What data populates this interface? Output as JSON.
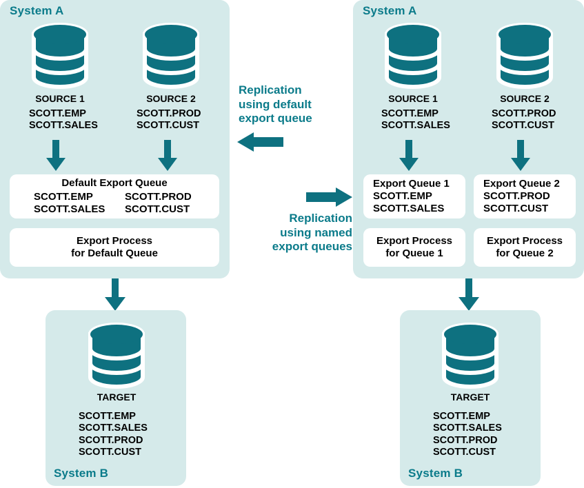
{
  "colors": {
    "panel_bg": "#d5eaea",
    "teal": "#0e7180",
    "label_teal": "#0b7b8a",
    "box_white": "#ffffff",
    "text_black": "#000000",
    "page_bg": "#ffffff"
  },
  "left_diagram": {
    "system_a_label": "System A",
    "system_b_label": "System B",
    "sources": [
      {
        "icon": "database-icon",
        "name": "SOURCE 1",
        "tables": [
          "SCOTT.EMP",
          "SCOTT.SALES"
        ]
      },
      {
        "icon": "database-icon",
        "name": "SOURCE 2",
        "tables": [
          "SCOTT.PROD",
          "SCOTT.CUST"
        ]
      }
    ],
    "queue_box": {
      "title": "Default Export Queue",
      "column_left": [
        "SCOTT.EMP",
        "SCOTT.SALES"
      ],
      "column_right": [
        "SCOTT.PROD",
        "SCOTT.CUST"
      ]
    },
    "process_box": {
      "line1": "Export Process",
      "line2": "for Default Queue"
    },
    "target": {
      "icon": "database-icon",
      "name": "TARGET",
      "tables": [
        "SCOTT.EMP",
        "SCOTT.SALES",
        "SCOTT.PROD",
        "SCOTT.CUST"
      ]
    }
  },
  "right_diagram": {
    "system_a_label": "System A",
    "system_b_label": "System B",
    "sources": [
      {
        "icon": "database-icon",
        "name": "SOURCE 1",
        "tables": [
          "SCOTT.EMP",
          "SCOTT.SALES"
        ]
      },
      {
        "icon": "database-icon",
        "name": "SOURCE 2",
        "tables": [
          "SCOTT.PROD",
          "SCOTT.CUST"
        ]
      }
    ],
    "queue_boxes": [
      {
        "title": "Export Queue 1",
        "tables": [
          "SCOTT.EMP",
          "SCOTT.SALES"
        ]
      },
      {
        "title": "Export Queue 2",
        "tables": [
          "SCOTT.PROD",
          "SCOTT.CUST"
        ]
      }
    ],
    "process_boxes": [
      {
        "line1": "Export Process",
        "line2": "for Queue 1"
      },
      {
        "line1": "Export Process",
        "line2": "for Queue 2"
      }
    ],
    "target": {
      "icon": "database-icon",
      "name": "TARGET",
      "tables": [
        "SCOTT.EMP",
        "SCOTT.SALES",
        "SCOTT.PROD",
        "SCOTT.CUST"
      ]
    }
  },
  "annotations": {
    "default_note": {
      "line1": "Replication",
      "line2": "using default",
      "line3": "export queue",
      "arrow": "arrow-left-icon"
    },
    "named_note": {
      "line1": "Replication",
      "line2": "using named",
      "line3": "export queues",
      "arrow": "arrow-right-icon"
    }
  }
}
